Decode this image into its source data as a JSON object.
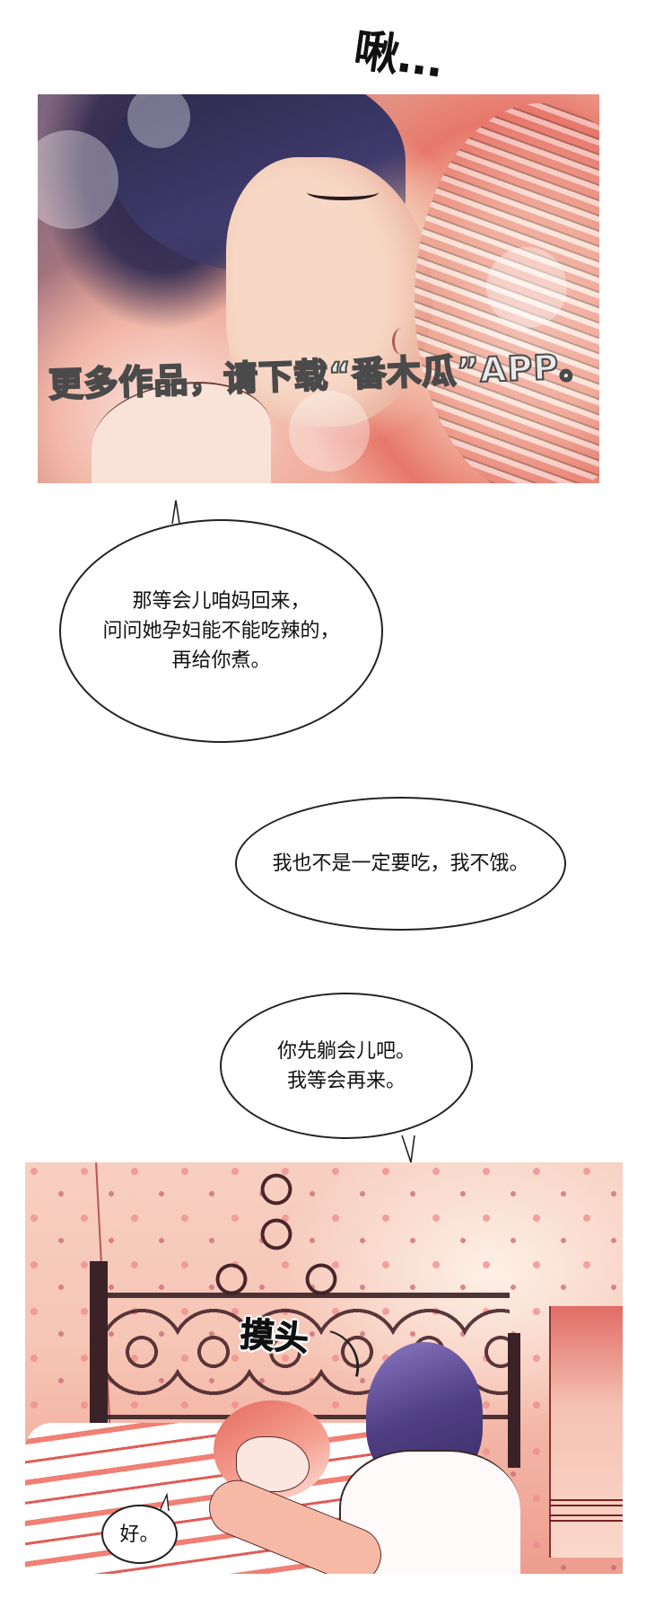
{
  "sfx": {
    "kiss": "啾...",
    "pat_head": "摸头"
  },
  "panel1": {
    "watermark": "更多作品，请下载“番木瓜”APP。"
  },
  "bubbles": [
    {
      "id": "b1",
      "lines": [
        "那等会儿咱妈回来，",
        "问问她孕妇能不能吃辣的，",
        "再给你煮。"
      ]
    },
    {
      "id": "b2",
      "lines": [
        "我也不是一定要吃，我不饿。"
      ]
    },
    {
      "id": "b3",
      "lines": [
        "你先躺会儿吧。",
        "我等会再来。"
      ]
    },
    {
      "id": "b4",
      "lines": [
        "好。"
      ]
    }
  ],
  "colors": {
    "panel1_tint": "#ef9d8d",
    "panel2_tint": "#f6c5b5",
    "ink": "#111111",
    "bubble_fill": "#ffffff"
  }
}
